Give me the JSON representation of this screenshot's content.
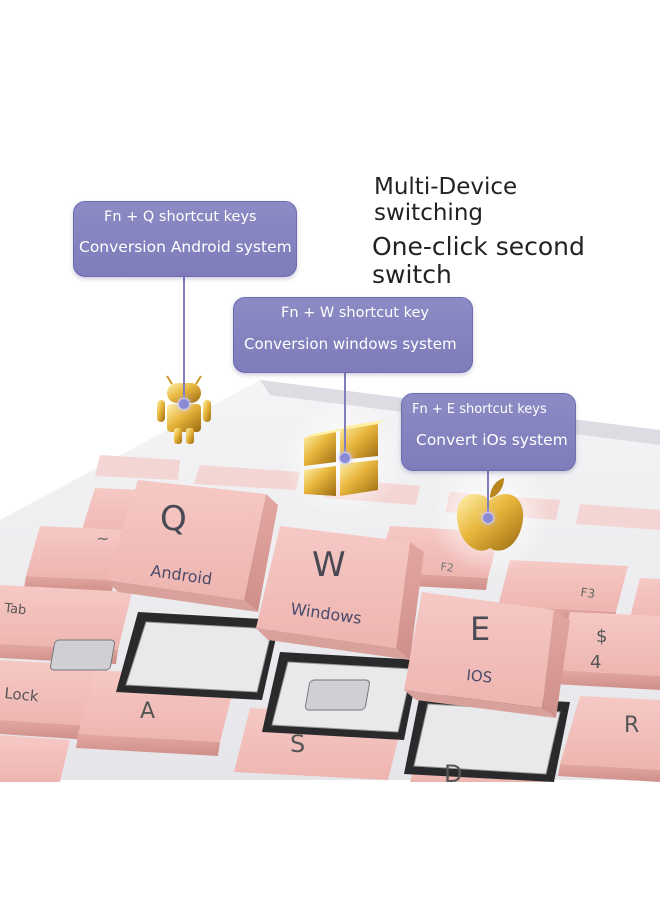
{
  "headline": {
    "line1": "Multi-Device",
    "line2": "switching",
    "line3": "One-click second",
    "line4": "switch"
  },
  "callouts": [
    {
      "shortcut": "Fn + Q shortcut keys",
      "description": "Conversion Android system",
      "icon": "android-icon"
    },
    {
      "shortcut": "Fn + W shortcut key",
      "description": "Conversion windows system",
      "icon": "windows-icon"
    },
    {
      "shortcut": "Fn + E shortcut keys",
      "description": "Convert iOs system",
      "icon": "apple-icon"
    }
  ],
  "keys": {
    "q": {
      "letter": "Q",
      "label": "Android"
    },
    "w": {
      "letter": "W",
      "label": "Windows"
    },
    "e": {
      "letter": "E",
      "label": "IOS"
    },
    "tab": "Tab",
    "lock": "Lock",
    "a": "A",
    "s": "S",
    "d": "D",
    "r": "R",
    "dollar": "$",
    "four": "4",
    "f2": "F2",
    "f3": "F3",
    "tilde": "~"
  },
  "colors": {
    "bubble": "#8381be",
    "key_pink": "#f2bdb9",
    "key_side": "#d99c98",
    "gold": "#e5b43a"
  }
}
